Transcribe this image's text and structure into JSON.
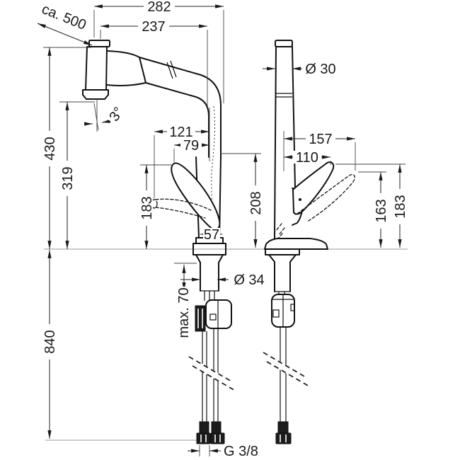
{
  "dims": {
    "overall_reach": "282",
    "spout_reach": "237",
    "hose_extension": "ca. 500",
    "overall_height": "430",
    "height_to_spray_head": "319",
    "under_counter_height": "840",
    "handle_width_max": "121",
    "handle_width": "79",
    "handle_height_front": "183",
    "base_width": "57",
    "mounting_hole": "Ø 34",
    "max_counter_thickness": "max. 70",
    "connection_thread": "G 3/8",
    "spray_angle": "3°",
    "spout_column_height": "208",
    "spout_diameter": "Ø 30",
    "handle_depth_max": "157",
    "handle_depth": "110",
    "handle_height_open": "163",
    "handle_height_side": "183"
  }
}
